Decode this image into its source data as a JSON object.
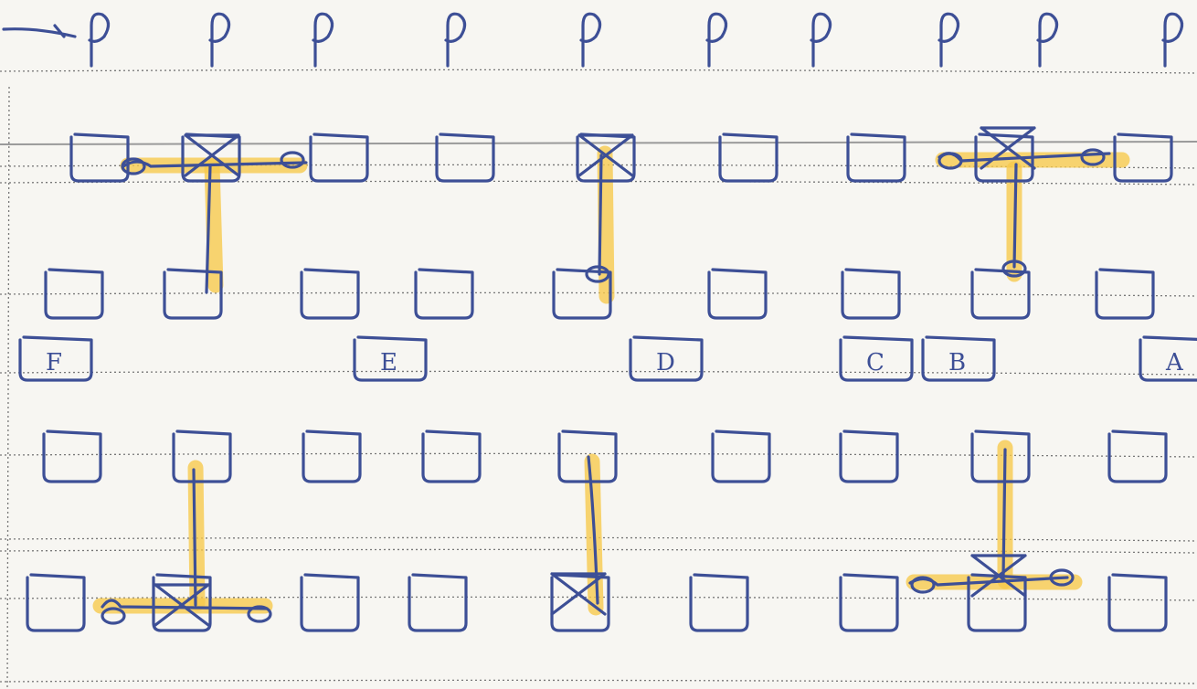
{
  "diagram": {
    "ink_color": "#3d4f96",
    "highlight_color": "#f7c94a",
    "paper_color": "#f7f6f2",
    "pin_glyph": "ℓ",
    "letter_labels": [
      "F",
      "E",
      "D",
      "C",
      "B",
      "A"
    ]
  }
}
